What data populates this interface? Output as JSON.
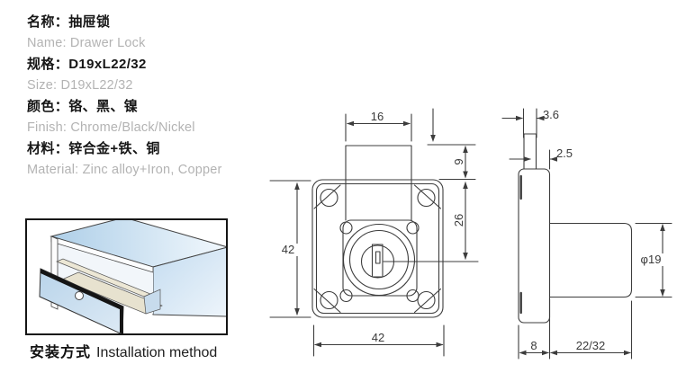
{
  "specs": {
    "rows": [
      {
        "id": "name",
        "zh": "名称：抽屉锁",
        "en": "Name: Drawer Lock"
      },
      {
        "id": "size",
        "zh": "规格：D19xL22/32",
        "en": "Size: D19xL22/32"
      },
      {
        "id": "finish",
        "zh": "颜色：铬、黑、镍",
        "en": "Finish: Chrome/Black/Nickel"
      },
      {
        "id": "material",
        "zh": "材料：锌合金+铁、铜",
        "en": "Material: Zinc alloy+Iron, Copper"
      }
    ]
  },
  "installation": {
    "caption_zh": "安装方式",
    "caption_en": "Installation method"
  },
  "drawings": {
    "front": {
      "bolt_width": "16",
      "bolt_protrusion": "9",
      "center_offset": "26",
      "body_height": "42",
      "body_width": "42"
    },
    "side": {
      "bolt_thickness": "3.6",
      "plate_lip": "2.5",
      "plate_depth": "8",
      "cylinder_length": "22/32",
      "cylinder_diameter": "φ19"
    }
  },
  "colors": {
    "line": "#3c3c3c",
    "spec_en_gray": "#b3b3b3",
    "cabinet_blue": "#bcd6ea",
    "drawer_wood": "#e7e2cf",
    "band_black": "#151515"
  }
}
